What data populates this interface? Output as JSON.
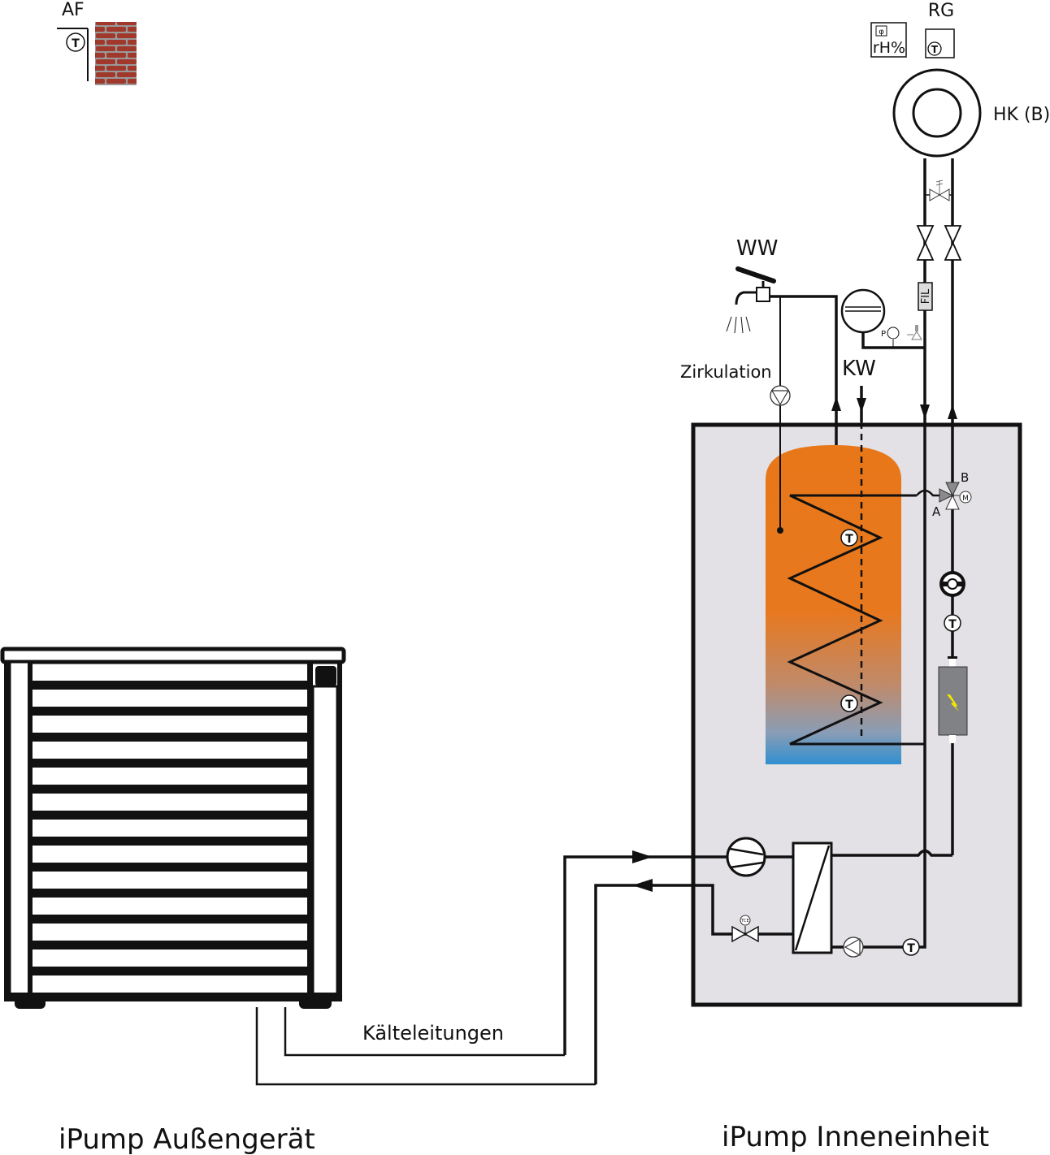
{
  "labels": {
    "af": "AF",
    "rg": "RG",
    "hk": "HK (B)",
    "rh": "rH%",
    "phi": "φ",
    "ww": "WW",
    "kw": "KW",
    "zirkulation": "Zirkulation",
    "fil": "FIL",
    "p": "P",
    "valve_a": "A",
    "valve_b": "B",
    "motor": "M",
    "tce": "TCE",
    "sensor": "T",
    "kaelteleitungen": "Kälteleitungen",
    "outdoor_unit": "iPump Außengerät",
    "indoor_unit": "iPump Inneneinheit"
  },
  "colors": {
    "tank_hot": "#e8771a",
    "tank_mid": "#c08a6a",
    "tank_cold": "#2f8fd0",
    "indoor_bg": "#e3e1e5",
    "heater": "#808285",
    "bolt": "#f3e600",
    "brick": "#a0392c"
  }
}
